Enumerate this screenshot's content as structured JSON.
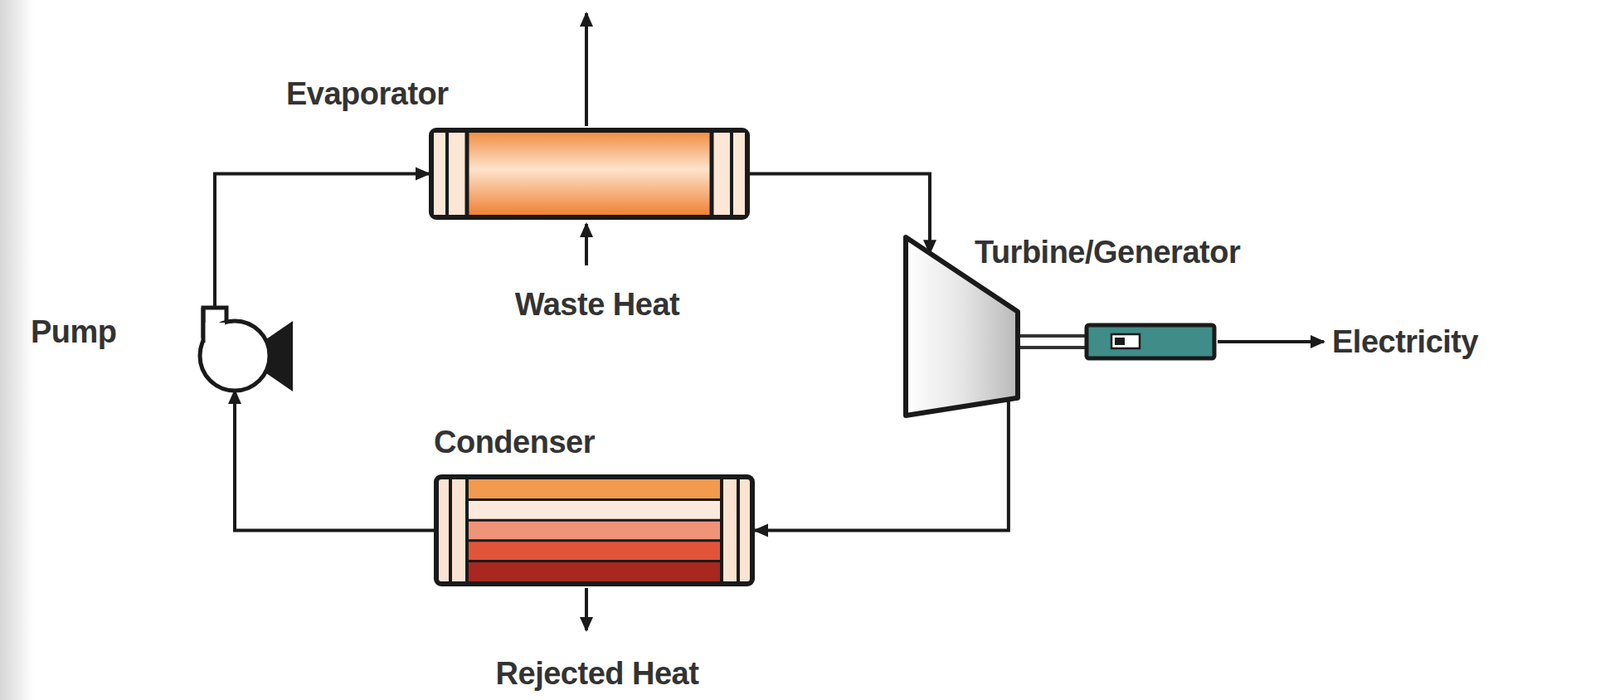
{
  "diagram": {
    "nodes": [
      {
        "text": [
          "Evaporator"
        ]
      },
      {
        "text": [
          "Turbine/Generator"
        ]
      },
      {
        "text": [
          "Condenser"
        ]
      },
      {
        "text": [
          "Pump"
        ]
      }
    ],
    "edges": [
      {
        "from": 3,
        "to": 0,
        "arrow": "to"
      },
      {
        "from": 0,
        "to": 1,
        "arrow": "to"
      },
      {
        "from": 1,
        "to": 2,
        "arrow": "to"
      },
      {
        "from": 2,
        "to": 3,
        "arrow": "to"
      }
    ],
    "labels": [
      "Waste Heat",
      "Rejected Heat",
      "Electricity"
    ]
  }
}
